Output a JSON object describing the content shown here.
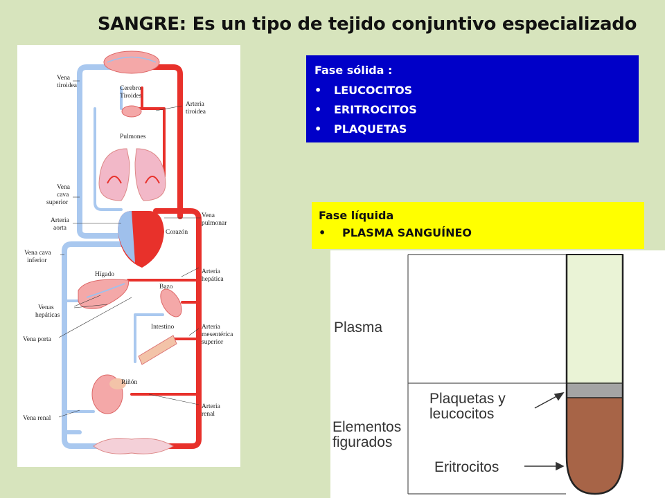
{
  "title": "SANGRE: Es un tipo de tejido conjuntivo especializado",
  "solid_phase": {
    "header": "Fase sólida :",
    "items": [
      "LEUCOCITOS",
      "ERITROCITOS",
      "PLAQUETAS"
    ]
  },
  "liquid_phase": {
    "header": "Fase líquida",
    "items": [
      "PLASMA SANGUÍNEO"
    ]
  },
  "circulation_diagram": {
    "labels": {
      "vena_tiroidea": [
        "Vena",
        "tiroidea"
      ],
      "cerebro_tiroides": [
        "Cerebro",
        "Tiroides"
      ],
      "arteria_tiroidea": [
        "Arteria",
        "tiroidea"
      ],
      "pulmones": "Pulmones",
      "vena_cava_superior": [
        "Vena",
        "cava",
        "superior"
      ],
      "arteria_aorta": [
        "Arteria",
        "aorta"
      ],
      "vena_pulmonar": [
        "Vena",
        "pulmonar"
      ],
      "corazon": "Corazón",
      "vena_cava_inferior": [
        "Vena cava",
        "inferior"
      ],
      "higado": "Hígado",
      "arteria_hepatica": [
        "Arteria",
        "hepática"
      ],
      "bazo": "Bazo",
      "venas_hepaticas": [
        "Venas",
        "hepáticas"
      ],
      "vena_porta": "Vena porta",
      "intestino": "Intestino",
      "arteria_mesenterica": [
        "Arteria",
        "mesentérica",
        "superior"
      ],
      "rinon": "Riñón",
      "vena_renal": "Vena renal",
      "arteria_renal": [
        "Arteria",
        "renal"
      ]
    },
    "colors": {
      "artery": "#e8312b",
      "vein": "#a9c8ef"
    }
  },
  "tube_diagram": {
    "plasma": "Plasma",
    "plaquetas": [
      "Plaquetas y",
      "leucocitos"
    ],
    "elementos": [
      "Elementos",
      "figurados"
    ],
    "eritrocitos": "Eritrocitos",
    "colors": {
      "plasma": "#eaf3d6",
      "buffy": "#a4a4a4",
      "rbc": "#a76447"
    }
  }
}
